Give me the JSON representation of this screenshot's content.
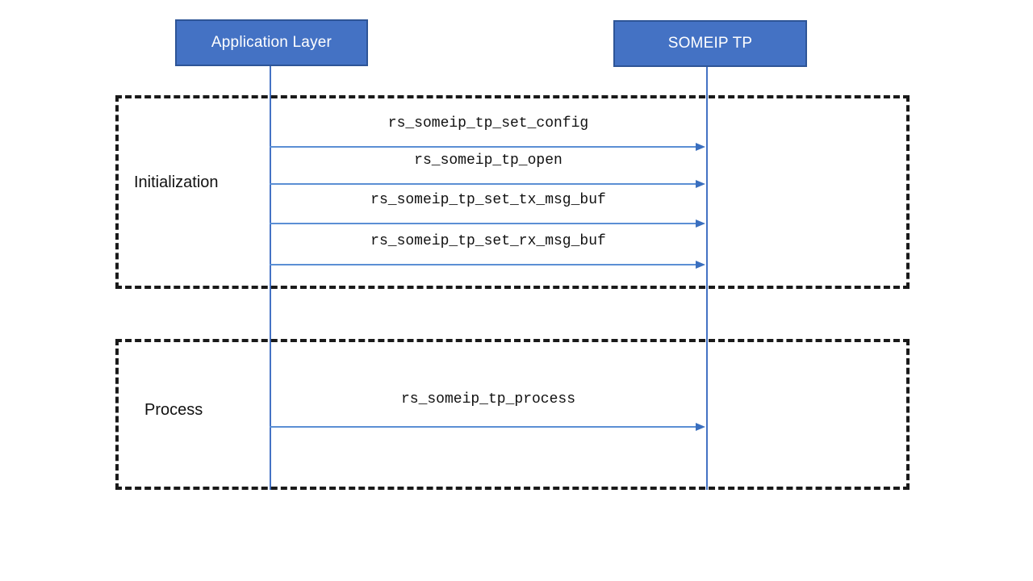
{
  "diagram": {
    "type": "uml-sequence-diagram",
    "background_color": "#ffffff",
    "participants": [
      {
        "id": "application-layer",
        "label": "Application Layer",
        "fill_color": "#4472C4",
        "border_color": "#2E5597",
        "text_color": "#FFFFFF"
      },
      {
        "id": "someip-tp",
        "label": "SOMEIP TP",
        "fill_color": "#4472C4",
        "border_color": "#2E5597",
        "text_color": "#FFFFFF"
      }
    ],
    "lifeline_color": "#4472C4",
    "message_color": "#5B8FD4",
    "arrowhead_color": "#3A6FBF",
    "fragment_border_color": "#1A1A1A",
    "fragments": [
      {
        "id": "initialization",
        "label": "Initialization",
        "messages": [
          {
            "id": "msg-set-config",
            "label": "rs_someip_tp_set_config",
            "from": "application-layer",
            "to": "someip-tp",
            "direction": "right"
          },
          {
            "id": "msg-open",
            "label": "rs_someip_tp_open",
            "from": "application-layer",
            "to": "someip-tp",
            "direction": "right"
          },
          {
            "id": "msg-set-tx-msg-buf",
            "label": "rs_someip_tp_set_tx_msg_buf",
            "from": "application-layer",
            "to": "someip-tp",
            "direction": "right"
          },
          {
            "id": "msg-set-rx-msg-buf",
            "label": "rs_someip_tp_set_rx_msg_buf",
            "from": "application-layer",
            "to": "someip-tp",
            "direction": "right"
          }
        ]
      },
      {
        "id": "process",
        "label": "Process",
        "messages": [
          {
            "id": "msg-process",
            "label": "rs_someip_tp_process",
            "from": "application-layer",
            "to": "someip-tp",
            "direction": "right"
          }
        ]
      }
    ]
  }
}
